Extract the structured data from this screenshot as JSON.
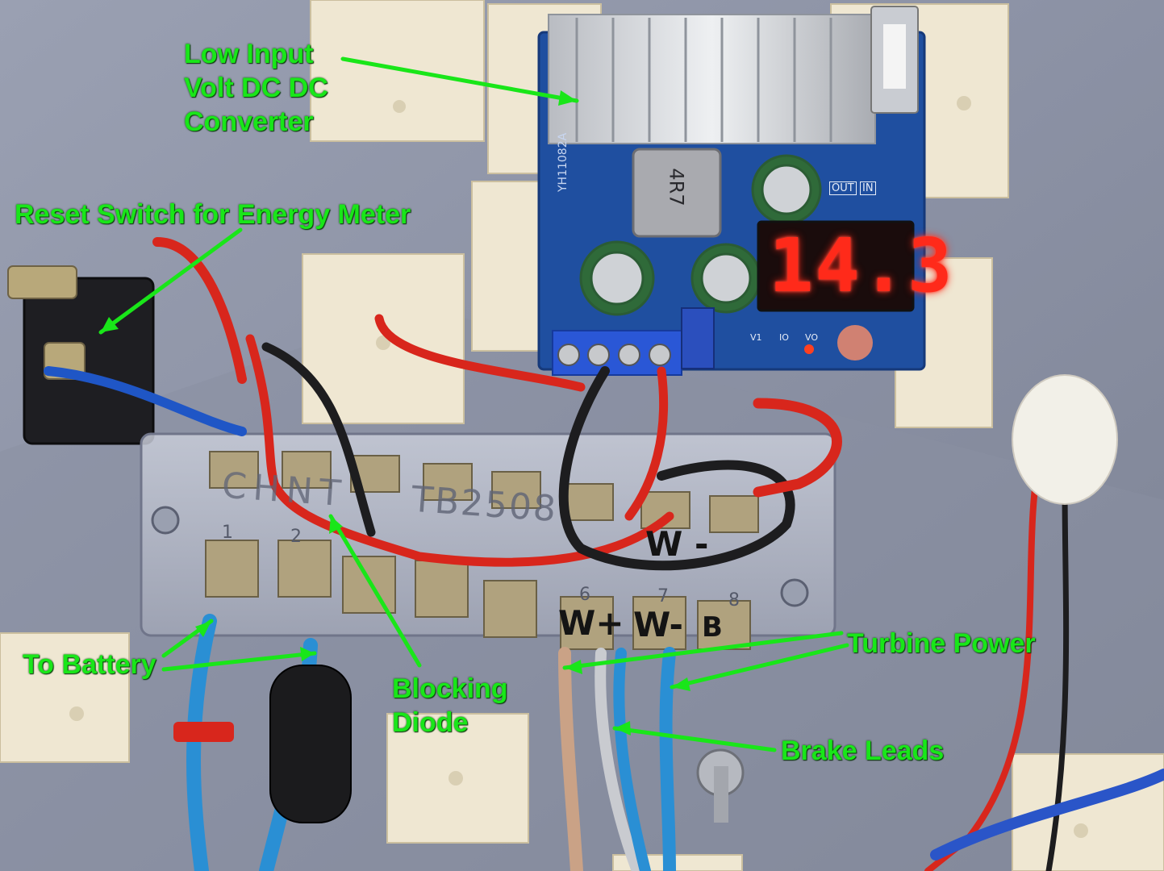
{
  "annotations": {
    "converter": "Low Input\nVolt DC DC\nConverter",
    "reset_switch": "Reset Switch for Energy Meter",
    "battery": "To Battery",
    "diode": "Blocking\nDiode",
    "turbine": "Turbine Power",
    "brake": "Brake Leads"
  },
  "device": {
    "display_reading": "14.3",
    "board_model": "YH11082A",
    "inductor_code": "4R7",
    "out_label": "OUT",
    "in_label": "IN",
    "led_labels": [
      "V1",
      "IO",
      "VO"
    ]
  },
  "terminal_block": {
    "model": "TB2508",
    "brand": "CHNT",
    "numbers": [
      "1",
      "2",
      "6",
      "7",
      "8"
    ],
    "handwritten_upper": "W -",
    "handwritten_lower": [
      "W+",
      "W-",
      "B"
    ]
  },
  "colors": {
    "annotation": "#19e619",
    "display": "#ff2a1a",
    "pcb": "#1f4fa0",
    "panel": "#8a8fa0"
  }
}
